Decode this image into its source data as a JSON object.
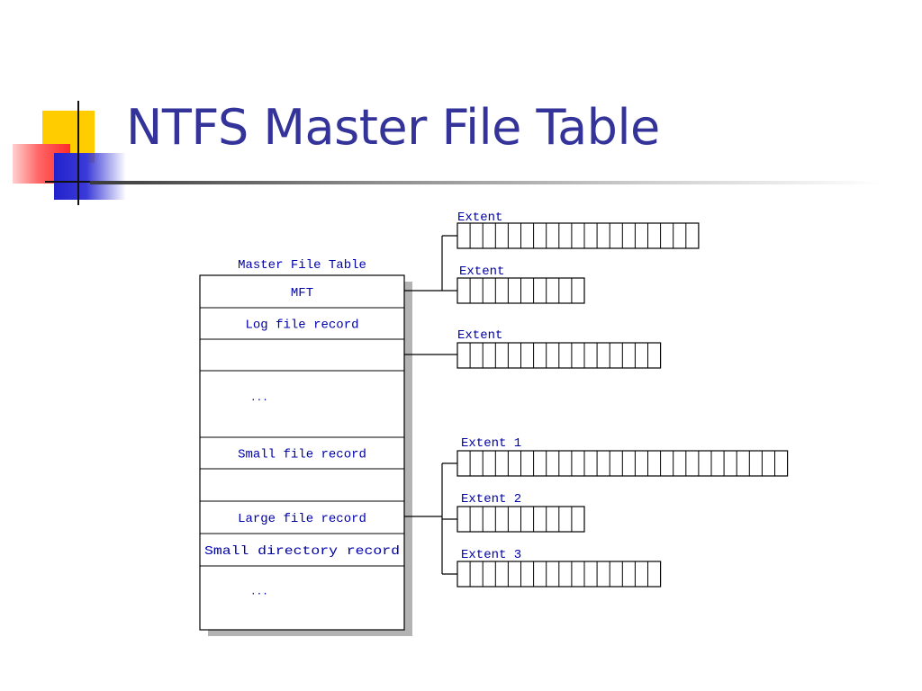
{
  "slide": {
    "title": "NTFS Master File Table"
  },
  "diagram": {
    "table_title": "Master File Table",
    "records": [
      "MFT",
      "Log file record",
      "",
      "...",
      "Small file record",
      "",
      "Large file record",
      "Small directory record",
      "..."
    ],
    "extent_groups": [
      {
        "source_record": "MFT",
        "extents": [
          {
            "label": "Extent",
            "blocks": 19
          },
          {
            "label": "Extent",
            "blocks": 10
          }
        ]
      },
      {
        "source_record": "",
        "extents": [
          {
            "label": "Extent",
            "blocks": 16
          }
        ]
      },
      {
        "source_record": "Large file record",
        "extents": [
          {
            "label": "Extent 1",
            "blocks": 26
          },
          {
            "label": "Extent 2",
            "blocks": 10
          },
          {
            "label": "Extent 3",
            "blocks": 16
          }
        ]
      }
    ],
    "colors": {
      "label_text": "#0000aa",
      "lines": "#000000",
      "shadow": "#b3b3b3",
      "title": "#333399"
    }
  }
}
